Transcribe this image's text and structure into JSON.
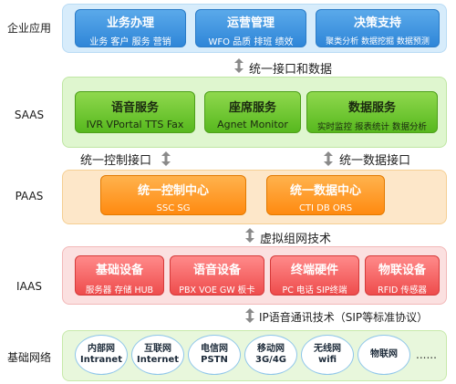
{
  "layers": [
    {
      "id": "enterprise",
      "label": "企业应用"
    },
    {
      "id": "saas",
      "label": "SAAS"
    },
    {
      "id": "paas",
      "label": "PAAS"
    },
    {
      "id": "iaas",
      "label": "IAAS"
    },
    {
      "id": "basic",
      "label": "基础网络"
    }
  ],
  "enterprise": {
    "boxes": [
      {
        "title": "业务办理",
        "sub": "业务 客户 服务 营销"
      },
      {
        "title": "运营管理",
        "sub": "WFO 品质 排班 绩效"
      },
      {
        "title": "决策支持",
        "sub": "聚类分析 数据挖掘 数据预测"
      }
    ]
  },
  "link_ent_saas": {
    "label": "统一接口和数据"
  },
  "saas": {
    "boxes": [
      {
        "title": "语音服务",
        "sub": "IVR VPortal TTS Fax"
      },
      {
        "title": "座席服务",
        "sub": "Agnet Monitor"
      },
      {
        "title": "数据服务",
        "sub": "实时监控 报表统计 数据分析"
      }
    ]
  },
  "link_saas_paas": {
    "left": "统一控制接口",
    "right": "统一数据接口"
  },
  "paas": {
    "boxes": [
      {
        "title": "统一控制中心",
        "sub": "SSC SG"
      },
      {
        "title": "统一数据中心",
        "sub": "CTI DB ORS"
      }
    ]
  },
  "link_paas_iaas": {
    "label": "虚拟组网技术"
  },
  "iaas": {
    "boxes": [
      {
        "title": "基础设备",
        "sub": "服务器 存储 HUB"
      },
      {
        "title": "语音设备",
        "sub": "PBX VOE GW 板卡"
      },
      {
        "title": "终端硬件",
        "sub": "PC 电话 SIP终端"
      },
      {
        "title": "物联设备",
        "sub": "RFID 传感器"
      }
    ]
  },
  "link_iaas_basic": {
    "label": "IP语音通讯技术（SIP等标准协议）"
  },
  "basic": {
    "nets": [
      {
        "l1": "内部网",
        "l2": "Intranet"
      },
      {
        "l1": "互联网",
        "l2": "Internet"
      },
      {
        "l1": "电信网",
        "l2": "PSTN"
      },
      {
        "l1": "移动网",
        "l2": "3G/4G"
      },
      {
        "l1": "无线网",
        "l2": "wifi"
      },
      {
        "l1": "物联网",
        "l2": ""
      }
    ],
    "more": "......"
  },
  "colors": {
    "blue": "#2f86d8",
    "green": "#57b81e",
    "orange": "#ff8a10",
    "red": "#ee4c4c"
  },
  "icons": [
    "double-arrow-icon"
  ]
}
